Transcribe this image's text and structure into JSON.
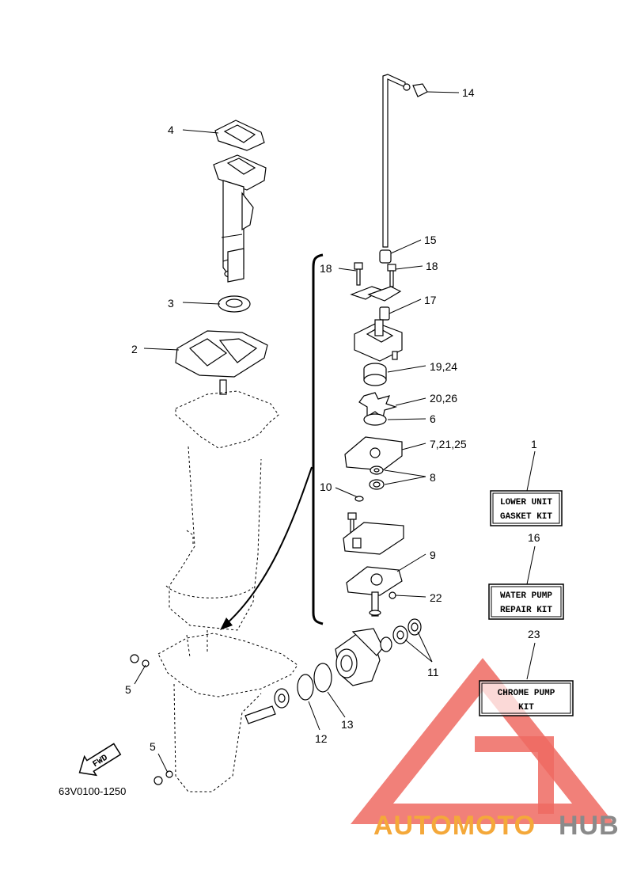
{
  "diagram_code": "63V0100-1250",
  "fwd_label": "FWD",
  "callouts": {
    "c1": "1",
    "c2": "2",
    "c3": "3",
    "c4": "4",
    "c5a": "5",
    "c5b": "5",
    "c6": "6",
    "c7": "7,21,25",
    "c8": "8",
    "c9": "9",
    "c10": "10",
    "c11": "11",
    "c12": "12",
    "c13": "13",
    "c14": "14",
    "c15": "15",
    "c16": "16",
    "c17": "17",
    "c18a": "18",
    "c18b": "18",
    "c19": "19,24",
    "c20": "20,26",
    "c22": "22",
    "c23": "23"
  },
  "kits": {
    "gasket_line1": "LOWER UNIT",
    "gasket_line2": "GASKET KIT",
    "pump_line1": "WATER PUMP",
    "pump_line2": "REPAIR KIT",
    "chrome_line1": "CHROME PUMP",
    "chrome_line2": "KIT"
  },
  "watermark": {
    "part1": "AUTOMOTO",
    "part2": "HUB",
    "color_accent": "#f4a83a",
    "color_red": "#ef6a62",
    "color_gray": "#8a8a8a"
  }
}
